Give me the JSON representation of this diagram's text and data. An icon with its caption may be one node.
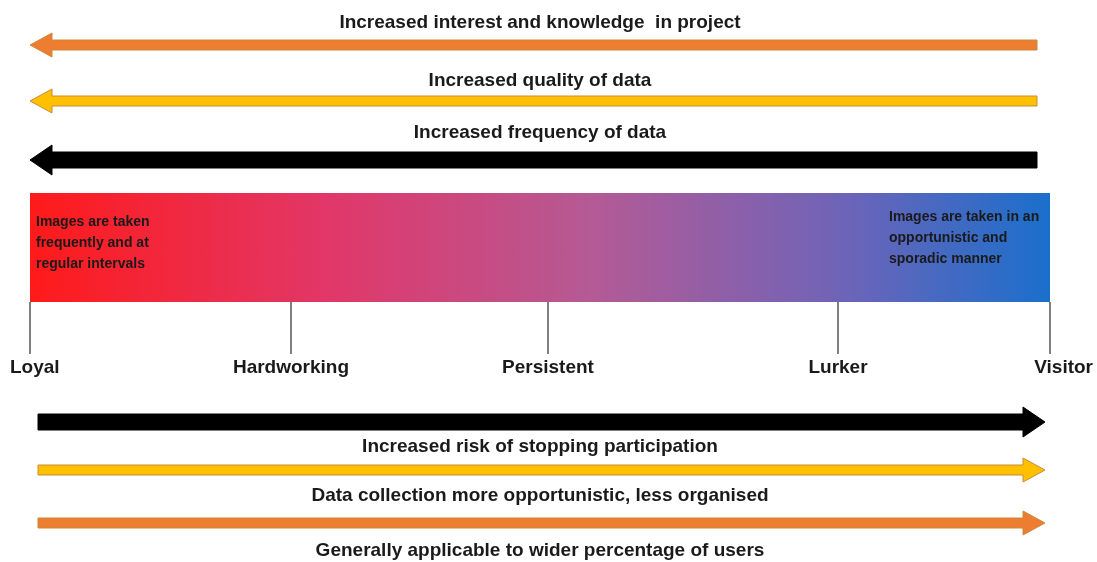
{
  "diagram": {
    "nodes": [
      {
        "text": [
          "Images are taken frequently and at regular intervals",
          "Images are taken in an opportunistic and sporadic manner"
        ]
      },
      {
        "text": [
          "Loyal"
        ]
      },
      {
        "text": [
          "Hardworking"
        ]
      },
      {
        "text": [
          "Persistent"
        ]
      },
      {
        "text": [
          "Lurker"
        ]
      },
      {
        "text": [
          "Visitor"
        ]
      }
    ],
    "edges": [
      {
        "from": 1,
        "to": 0,
        "arrow": "none"
      },
      {
        "from": 2,
        "to": 0,
        "arrow": "none"
      },
      {
        "from": 3,
        "to": 0,
        "arrow": "none"
      },
      {
        "from": 4,
        "to": 0,
        "arrow": "none"
      },
      {
        "from": 5,
        "to": 0,
        "arrow": "none"
      }
    ],
    "labels": [
      "Increased interest and knowledge  in project",
      "Increased quality of data",
      "Increased frequency of data",
      "Increased risk of stopping participation",
      "Data collection more opportunistic, less organised",
      "Generally applicable to wider percentage of users"
    ]
  }
}
